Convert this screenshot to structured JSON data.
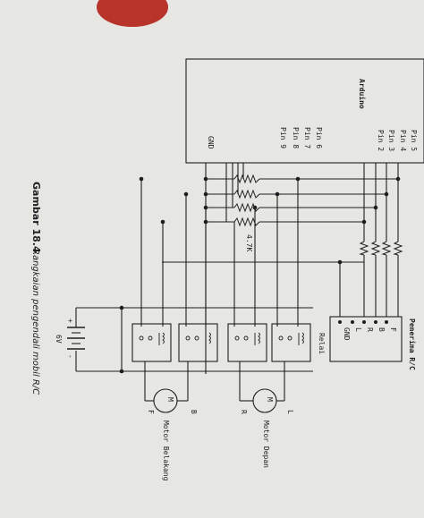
{
  "colors": {
    "paper": "#e6e7e3",
    "ink": "#1e1e20",
    "background": "#6b6e70",
    "finger": "#c0392b"
  },
  "arduino": {
    "title": "Arduino",
    "pins_right": [
      "Pin 5",
      "Pin 4",
      "Pin 3",
      "Pin 2"
    ],
    "pins_left": [
      "Pin 6",
      "Pin 7",
      "Pin 8",
      "Pin 9"
    ],
    "gnd": "GND"
  },
  "resistor_label": "4.7K",
  "receiver": {
    "title": "Penerima R/C",
    "pins": [
      "F",
      "B",
      "R",
      "L",
      "GND"
    ]
  },
  "relay_label": "Relai",
  "battery": {
    "voltage": "6V",
    "plus": "+",
    "minus": "-"
  },
  "motor_rear": {
    "label": "Motor Belakang",
    "m": "M",
    "t1": "F",
    "t2": "B"
  },
  "motor_front": {
    "label": "Motor Depan",
    "m": "M",
    "t1": "R",
    "t2": "L"
  },
  "caption": {
    "prefix": "Gambar 18.4",
    "text": "Rangkaian pengendali mobil R/C"
  }
}
